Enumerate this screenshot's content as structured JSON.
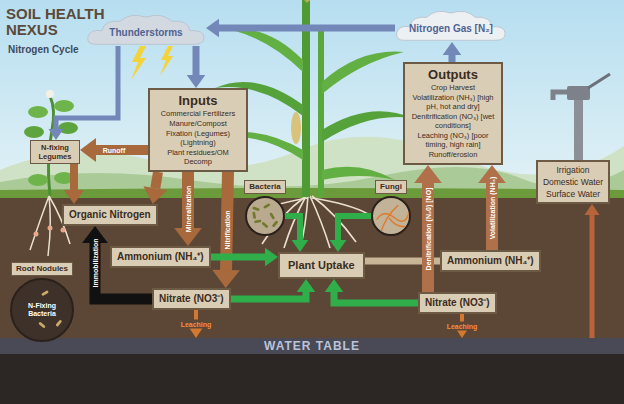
{
  "diagram": {
    "title": "SOIL HEALTH NEXUS",
    "nodes": [
      {
        "text": [
          "Thunderstorms"
        ]
      },
      {
        "text": [
          "Nitrogen Gas [N₂]"
        ]
      },
      {
        "text": [
          "Inputs",
          "Commercial Fertilizers",
          "Manure/Compost",
          "Fixation (Legumes)(Lightning)",
          "Plant residues/OM Decomp"
        ]
      },
      {
        "text": [
          "Outputs",
          "Crop Harvest",
          "Volatilization (NH₃) [high pH, hot and dry]",
          "Denitrification (NO₃) [wet conditions]",
          "Leaching (NO₃) [poor timing, high rain]",
          "Runoff/erosion"
        ]
      },
      {
        "text": [
          "Irrigation",
          "Domestic Water",
          "Surface Water"
        ]
      },
      {
        "text": [
          "N-fixing Legumes"
        ]
      },
      {
        "text": [
          "Organic Nitrogen"
        ]
      },
      {
        "text": [
          "Ammonium (NH₄⁺)"
        ]
      },
      {
        "text": [
          "Nitrate (NO3⁻)"
        ]
      },
      {
        "text": [
          "Plant Uptake"
        ]
      },
      {
        "text": [
          "Ammonium (NH₄⁺)"
        ]
      },
      {
        "text": [
          "Nitrate (NO3⁻)"
        ]
      },
      {
        "text": [
          "Root Nodules",
          "N-Fixing Bacteria"
        ]
      },
      {
        "text": [
          "Bacteria"
        ]
      },
      {
        "text": [
          "Fungi"
        ]
      },
      {
        "text": [
          "WATER TABLE"
        ]
      }
    ],
    "edges": [
      {
        "from": 1,
        "to": 0,
        "arrow": "to"
      },
      {
        "from": 0,
        "to": 2,
        "arrow": "to"
      },
      {
        "from": 0,
        "to": 5,
        "arrow": "to"
      },
      {
        "from": 3,
        "to": 1,
        "arrow": "to"
      },
      {
        "from": 2,
        "to": 5,
        "label": "Runoff",
        "arrow": "to"
      },
      {
        "from": 2,
        "to": 6,
        "arrow": "to"
      },
      {
        "from": 2,
        "to": 7,
        "label": "Mineralization",
        "arrow": "to"
      },
      {
        "from": 2,
        "to": 8,
        "label": "Nitrification",
        "arrow": "to"
      },
      {
        "from": 5,
        "to": 6,
        "arrow": "to"
      },
      {
        "from": 8,
        "to": 6,
        "label": "Immobilization",
        "arrow": "to"
      },
      {
        "from": 7,
        "to": 9,
        "arrow": "to"
      },
      {
        "from": 8,
        "to": 9,
        "arrow": "to"
      },
      {
        "from": 10,
        "to": 9,
        "arrow": "none"
      },
      {
        "from": 11,
        "to": 9,
        "arrow": "to"
      },
      {
        "from": 13,
        "to": 9,
        "arrow": "to"
      },
      {
        "from": 14,
        "to": 9,
        "arrow": "to"
      },
      {
        "from": 10,
        "to": 3,
        "label": "Volatilization (NH₃)",
        "arrow": "to"
      },
      {
        "from": 11,
        "to": 3,
        "label": "Denitrification (N₂0) [NO]",
        "arrow": "to"
      },
      {
        "from": 8,
        "to": 15,
        "label": "Leaching",
        "arrow": "to"
      },
      {
        "from": 11,
        "to": 15,
        "label": "Leaching",
        "arrow": "to"
      },
      {
        "from": 15,
        "to": 4,
        "arrow": "to"
      }
    ],
    "labels": [
      "Nitrogen Cycle"
    ]
  }
}
